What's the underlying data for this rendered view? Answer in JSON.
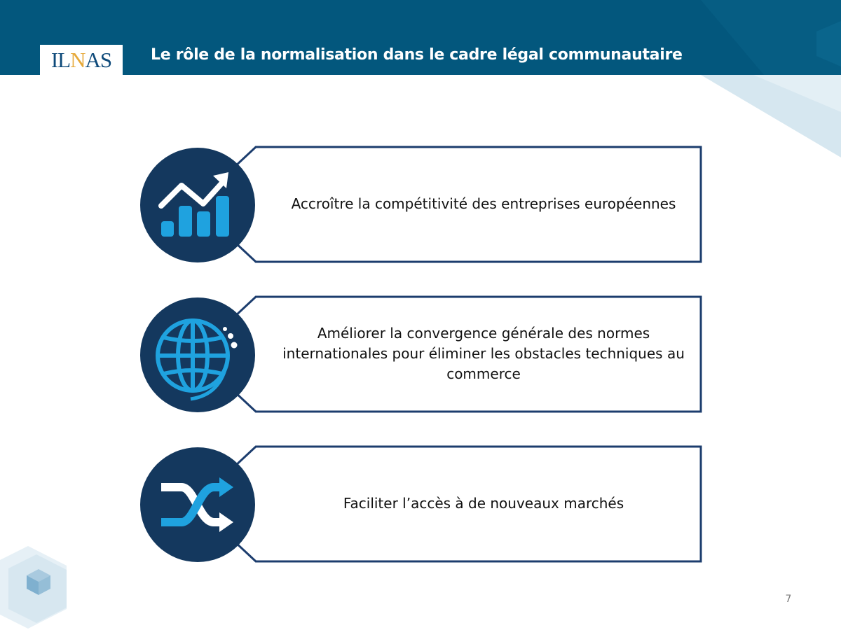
{
  "header": {
    "logo": {
      "part1": "IL",
      "part2": "N",
      "part3": "AS"
    },
    "title": "Le rôle de la normalisation dans le cadre légal communautaire"
  },
  "items": [
    {
      "icon": "growth-chart-icon",
      "text": "Accroître la compétitivité des entreprises européennes"
    },
    {
      "icon": "globe-icon",
      "text": "Améliorer la convergence générale des normes internationales pour éliminer les obstacles techniques au commerce"
    },
    {
      "icon": "shuffle-arrows-icon",
      "text": "Faciliter l’accès à de nouveaux marchés"
    }
  ],
  "page_number": "7",
  "colors": {
    "header": "#03577d",
    "card_border": "#1c3d6e",
    "badge": "#14385e",
    "icon_accent": "#1fa2df",
    "logo_blue": "#0e4a7a",
    "logo_gold": "#e6a93a"
  }
}
